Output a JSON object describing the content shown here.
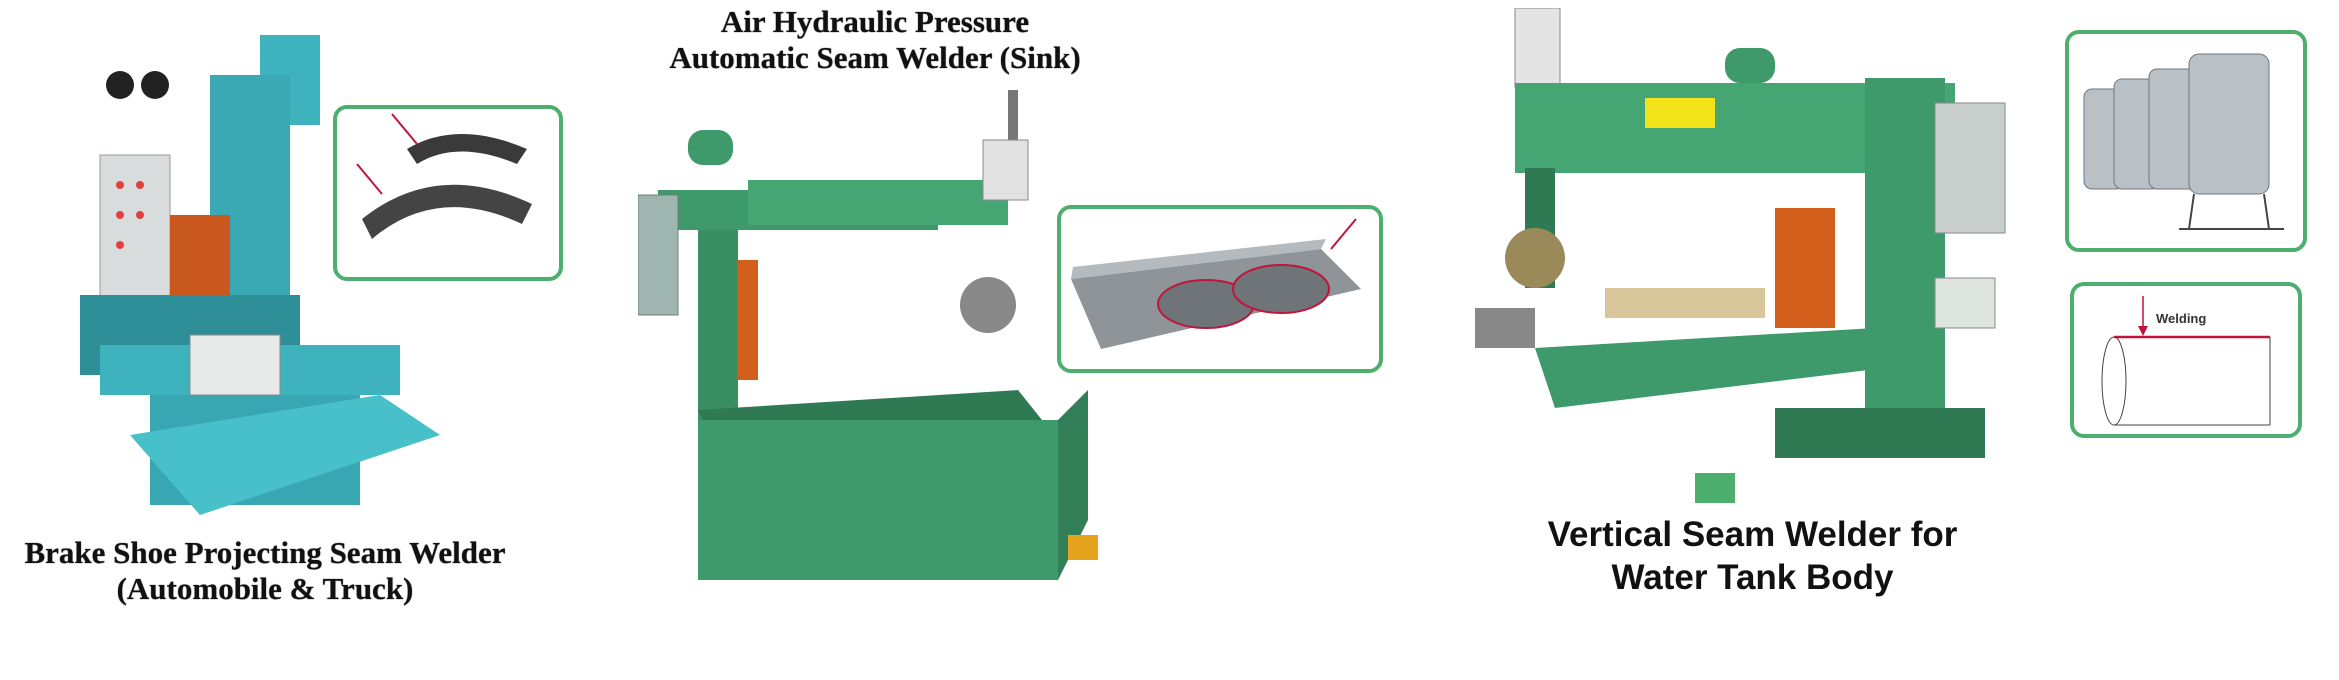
{
  "products": [
    {
      "caption_line1": "Brake Shoe Projecting Seam Welder",
      "caption_line2": "(Automobile & Truck)"
    },
    {
      "title_line1": "Air Hydraulic Pressure",
      "title_line2": "Automatic Seam Welder (Sink)"
    },
    {
      "caption_line1": "Vertical Seam Welder for",
      "caption_line2": "Water Tank Body",
      "diagram_label": "Welding"
    }
  ],
  "colors": {
    "inset_border": "#4caf6e",
    "machine_teal": "#3fb3bd",
    "machine_green": "#3e9a6a",
    "weld_red": "#c0143c"
  }
}
